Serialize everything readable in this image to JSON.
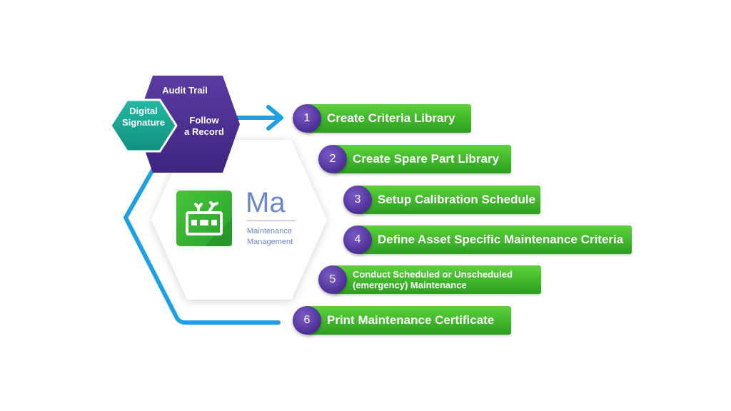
{
  "hexagons": {
    "purple": {
      "top_label": "Audit Trail",
      "side_label": "Follow\na Record"
    },
    "teal": {
      "label": "Digital\nSignature"
    }
  },
  "module": {
    "abbreviation": "Ma",
    "name": "Maintenance\nManagement"
  },
  "steps": [
    {
      "number": "1",
      "label": "Create Criteria Library"
    },
    {
      "number": "2",
      "label": "Create Spare Part Library"
    },
    {
      "number": "3",
      "label": "Setup Calibration Schedule"
    },
    {
      "number": "4",
      "label": "Define Asset Specific Maintenance Criteria"
    },
    {
      "number": "5",
      "label": "Conduct Scheduled or Unscheduled\n(emergency) Maintenance"
    },
    {
      "number": "6",
      "label": "Print Maintenance Certificate"
    }
  ],
  "colors": {
    "purple": "#4a2f8f",
    "teal": "#1aaa96",
    "green": "#3fb62a",
    "connector_blue": "#1fa0e0",
    "module_text": "#6c86d0"
  }
}
